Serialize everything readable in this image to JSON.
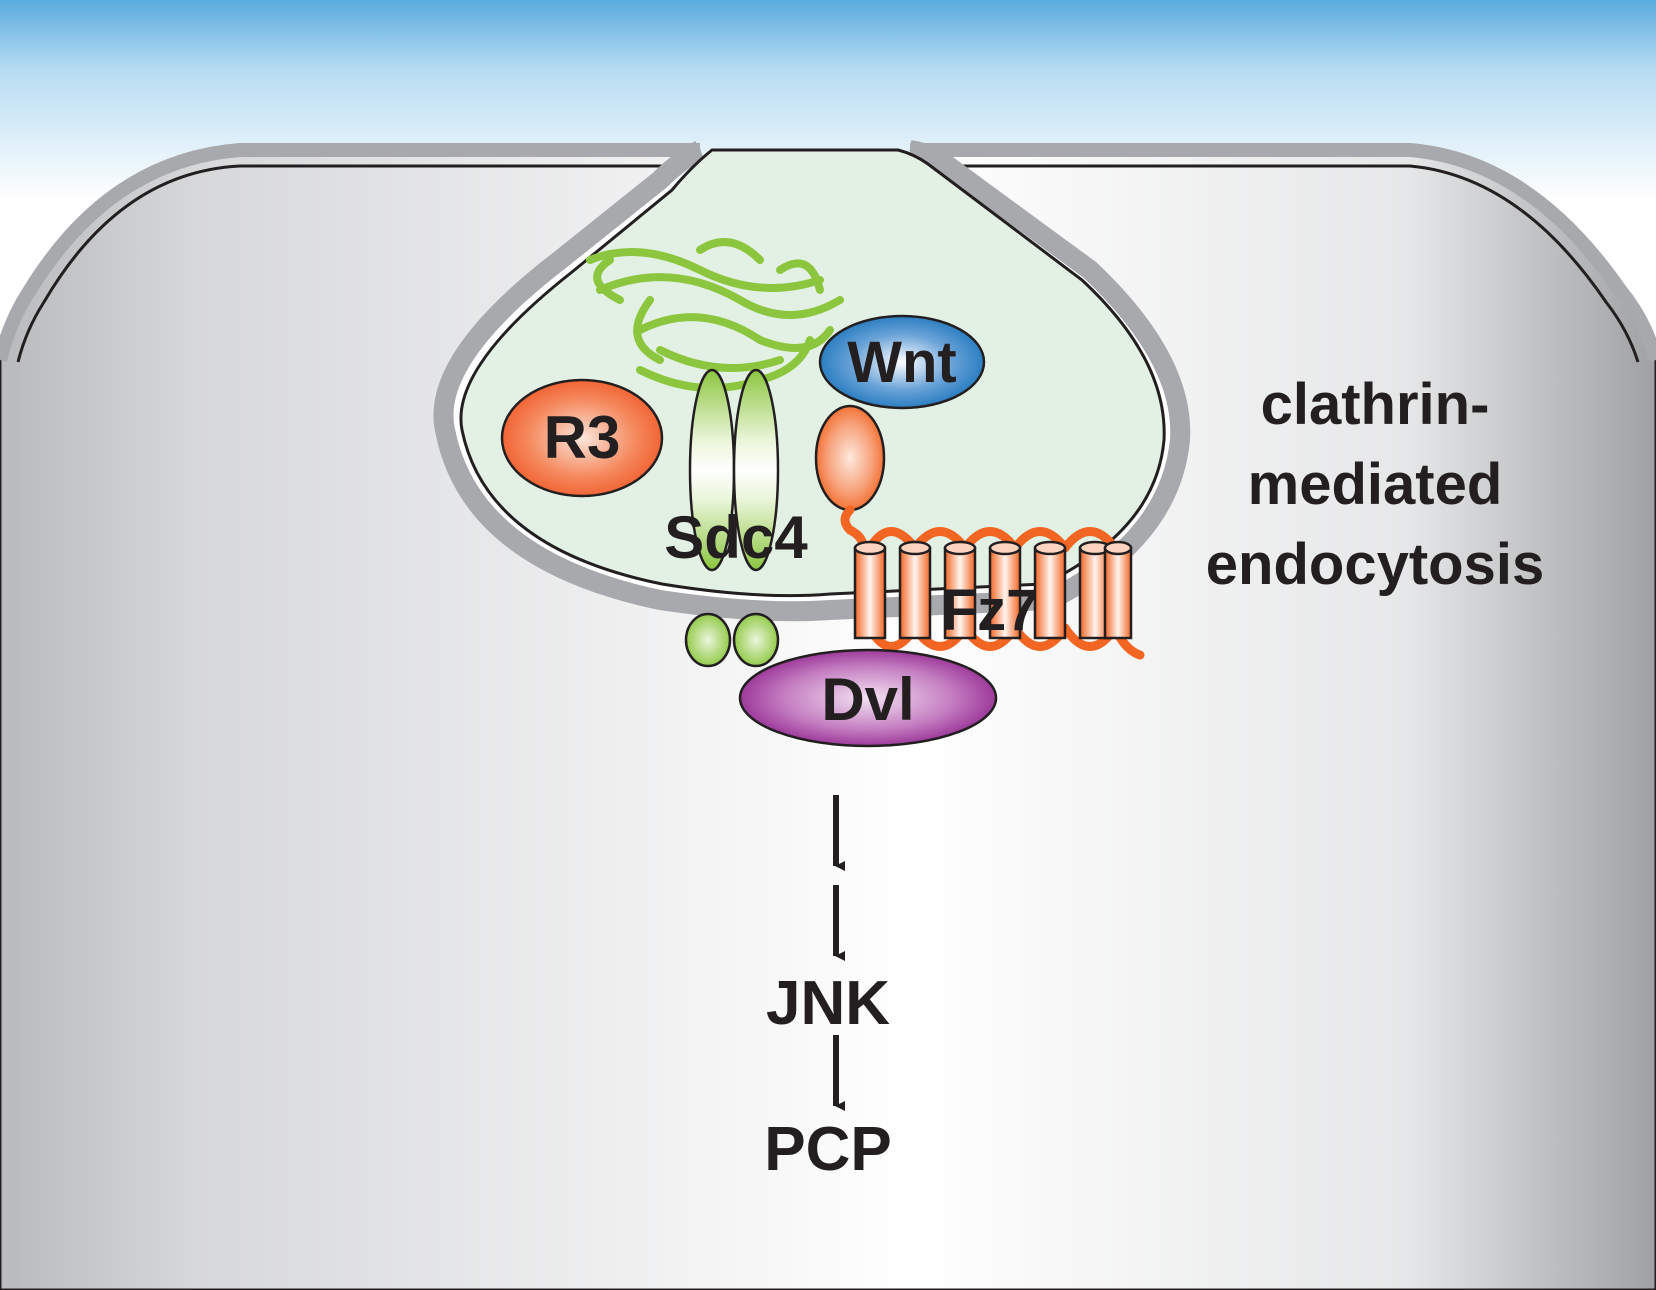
{
  "labels": {
    "wnt": "Wnt",
    "r3": "R3",
    "sdc4": "Sdc4",
    "fz7": "Fz7",
    "dvl": "Dvl",
    "process_line1": "clathrin-",
    "process_line2": "mediated",
    "process_line3": "endocytosis",
    "jnk": "JNK",
    "pcp": "PCP"
  },
  "colors": {
    "sky": "#5aabdf",
    "cell_fill": "#e2e3e4",
    "membrane": "#a7a9ac",
    "vesicle": "#e3f1e5",
    "sdc4": "#8cc63f",
    "r3": "#f15a29",
    "wnt": "#1c75bc",
    "fz7": "#f26522",
    "dvl": "#92278f",
    "text": "#231f20"
  }
}
